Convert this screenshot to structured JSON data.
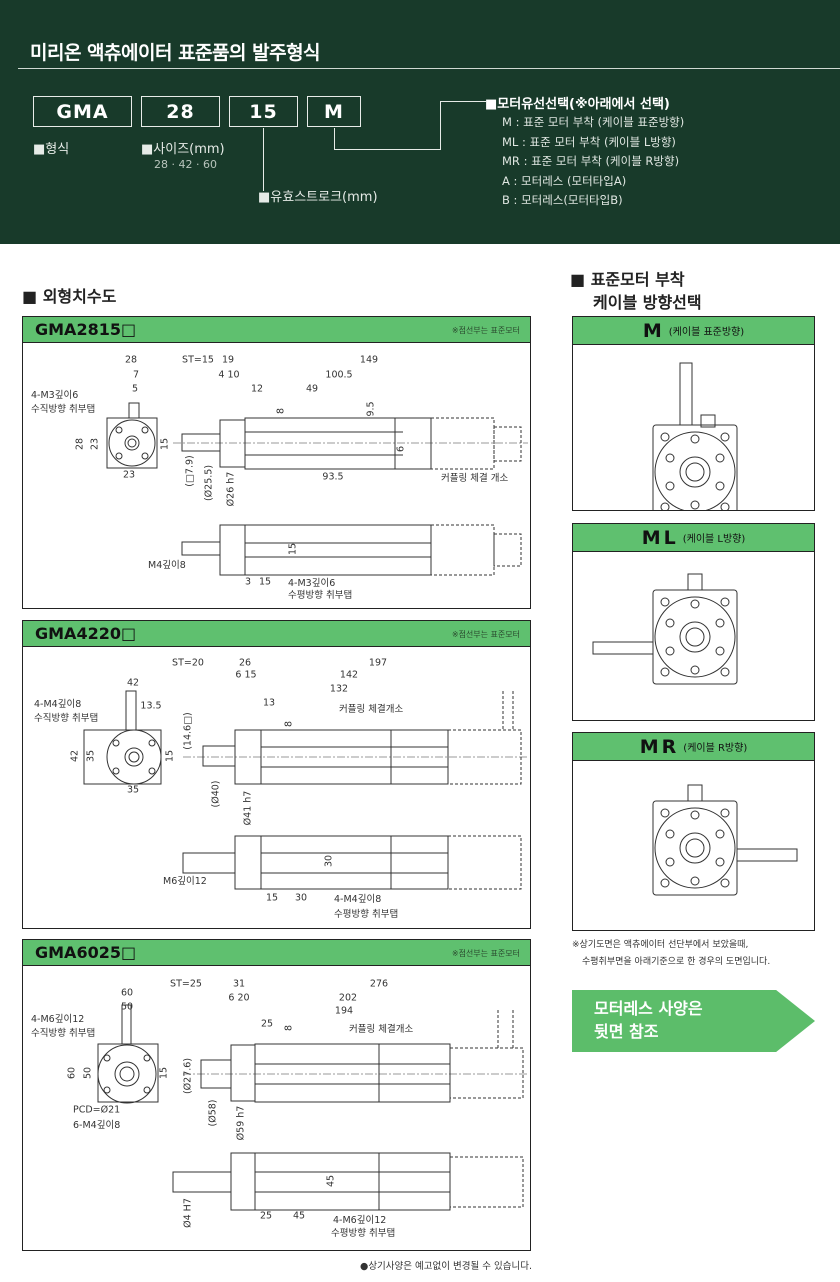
{
  "header": {
    "title": "미리온 액츄에이터 표준품의 발주형식",
    "code_boxes": [
      "GMA",
      "28",
      "15",
      "M"
    ],
    "type_label": "■형식",
    "size_label": "■사이즈(mm)",
    "size_values": "28 · 42 · 60",
    "stroke_label": "■유효스트로크(mm)",
    "motor_label": "■모터유선선택(※아래에서 선택)",
    "motor_options": [
      "M : 표준 모터 부착 (케이블 표준방향)",
      "ML : 표준 모터 부착 (케이블 L방향)",
      "MR : 표준 모터 부착 (케이블 R방향)",
      "A : 모터레스 (모터타입A)",
      "B : 모터레스(모터타입B)"
    ]
  },
  "dimensions_section": {
    "title": "■ 외형치수도",
    "panels": [
      {
        "title": "GMA2815□",
        "note": "※점선부는 표준모터",
        "labels": [
          "28",
          "7",
          "5",
          "4-M3깊이6",
          "수직방향 취부탭",
          "28",
          "23",
          "15",
          "23",
          "ST=15",
          "19",
          "149",
          "4 10",
          "100.5",
          "12",
          "49",
          "8",
          "9.5",
          "6",
          "93.5",
          "커플링 체결 개소",
          "(□7.9)",
          "(Ø25.5)",
          "Ø26 h7",
          "15",
          "M4깊이8",
          "3",
          "15",
          "4-M3깊이6",
          "수평방향 취부탭"
        ]
      },
      {
        "title": "GMA4220□",
        "note": "※점선부는 표준모터",
        "labels": [
          "42",
          "13.5",
          "4-M4깊이8",
          "수직방향 취부탭",
          "42",
          "35",
          "15",
          "35",
          "ST=20",
          "26",
          "197",
          "6 15",
          "142",
          "132",
          "13",
          "8",
          "커플링 체결개소",
          "(14.6□)",
          "(Ø40)",
          "Ø41 h7",
          "30",
          "M6깊이12",
          "15",
          "30",
          "4-M4깊이8",
          "수평방향 취부탭"
        ]
      },
      {
        "title": "GMA6025□",
        "note": "※점선부는 표준모터",
        "labels": [
          "60",
          "50",
          "4-M6깊이12",
          "수직방향 취부탭",
          "60",
          "50",
          "15",
          "PCD=Ø21",
          "6-M4깊이8",
          "ST=25",
          "31",
          "276",
          "6 20",
          "202",
          "194",
          "25",
          "8",
          "커플링 체결개소",
          "(Ø27.6)",
          "(Ø58)",
          "Ø59 h7",
          "45",
          "Ø4 H7",
          "25",
          "45",
          "4-M6깊이12",
          "수평방향 취부탭"
        ]
      }
    ],
    "footnote": "●상기사양은 예고없이 변경될 수 있습니다."
  },
  "cable_section": {
    "title_line1": "■ 표준모터 부착",
    "title_line2": "케이블 방향선택",
    "options": [
      {
        "code": "M",
        "desc": "(케이블 표준방향)"
      },
      {
        "code": "ML",
        "desc": "(케이블 L방향)"
      },
      {
        "code": "MR",
        "desc": "(케이블 R방향)"
      }
    ],
    "note_line1": "※상기도면은 액츄에이터 선단부에서 보았을때,",
    "note_line2": "수평취부면을 아래기준으로 한 경우의 도면입니다.",
    "motorless_line1": "모터레스 사양은",
    "motorless_line2": "뒷면 참조"
  }
}
